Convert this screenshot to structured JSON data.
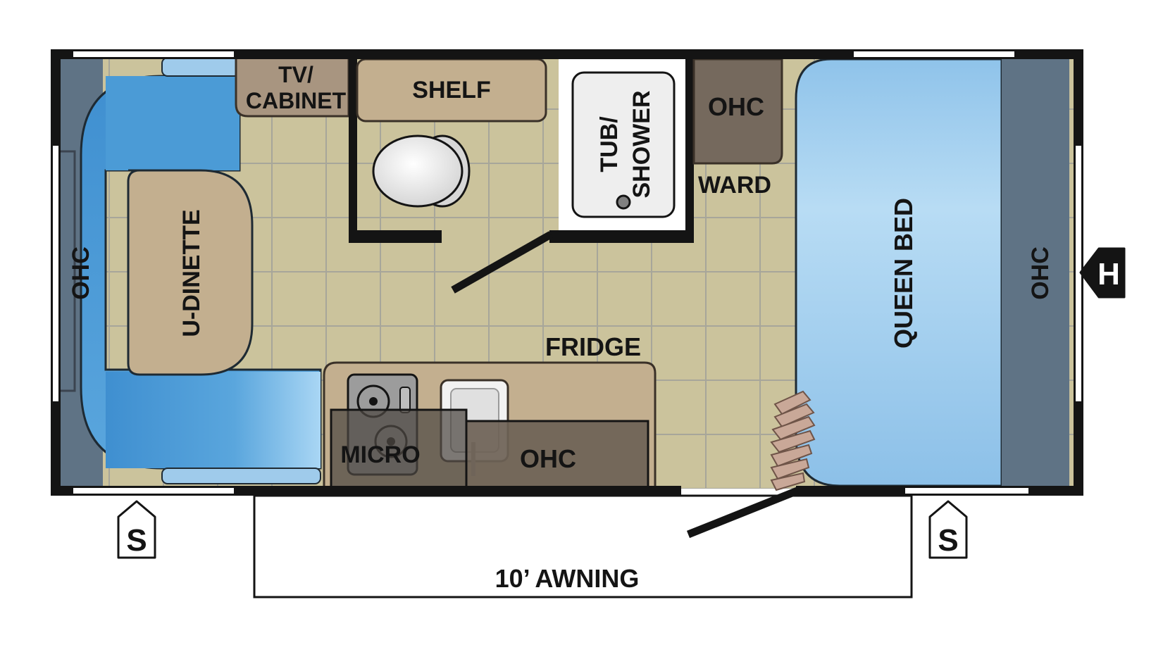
{
  "labels": {
    "ohc_front": "OHC",
    "u_dinette": "U-DINETTE",
    "tv_cabinet_line1": "TV/",
    "tv_cabinet_line2": "CABINET",
    "shelf": "SHELF",
    "tub_shower_line1": "TUB/",
    "tub_shower_line2": "SHOWER",
    "ohc_bath": "OHC",
    "ward": "WARD",
    "queen_bed": "QUEEN BED",
    "ohc_rear": "OHC",
    "fridge": "FRIDGE",
    "micro": "MICRO",
    "ohc_kitchen": "OHC",
    "awning": "10’ AWNING",
    "stabilizer_left": "S",
    "stabilizer_right": "S",
    "hitch": "H"
  },
  "colors": {
    "wall": "#141414",
    "floor": "#cbc39c",
    "floor_grid": "#a7a69a",
    "ohc_blue": "#5f7385",
    "cabinet": "#75695d",
    "counter": "#c3af8f",
    "dinette_cushion": "#4b9bd6",
    "bed": "#9fcbeb",
    "fixture_white": "#f0f0f0"
  }
}
